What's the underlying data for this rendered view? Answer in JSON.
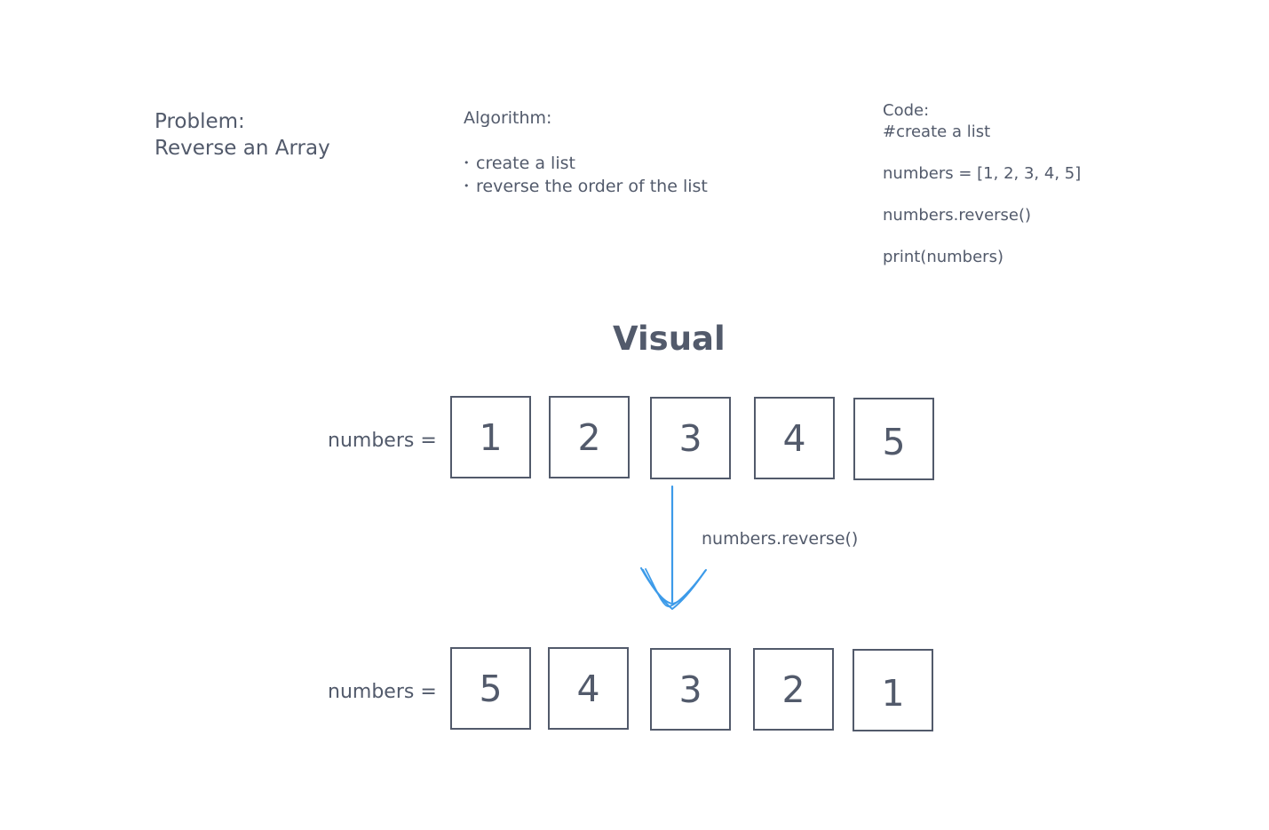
{
  "problem": {
    "line1": "Problem:",
    "line2": "Reverse an Array"
  },
  "algorithm": {
    "title": "Algorithm:",
    "steps": [
      "create a list",
      "reverse the order of the list"
    ]
  },
  "code": {
    "lines": [
      "Code:",
      "#create a list",
      "",
      "numbers = [1, 2, 3, 4, 5]",
      "",
      "numbers.reverse()",
      "",
      "print(numbers)"
    ]
  },
  "visual": {
    "title": "Visual",
    "before": {
      "label": "numbers =",
      "values": [
        "1",
        "2",
        "3",
        "4",
        "5"
      ]
    },
    "operation": "numbers.reverse()",
    "after": {
      "label": "numbers =",
      "values": [
        "5",
        "4",
        "3",
        "2",
        "1"
      ]
    },
    "arrow_color": "#3d9be9",
    "ink_color": "#525a6b"
  }
}
